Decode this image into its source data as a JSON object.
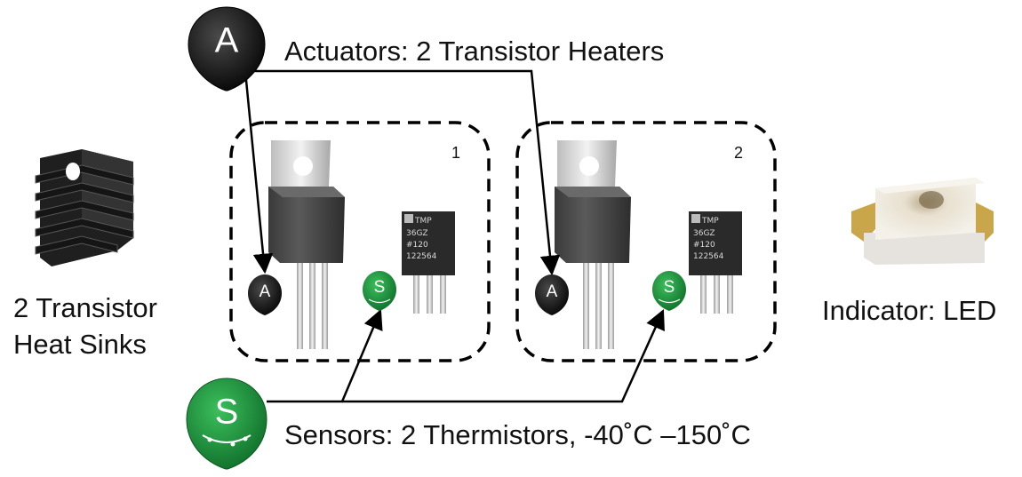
{
  "labels": {
    "actuators": "Actuators: 2 Transistor Heaters",
    "sensors": "Sensors: 2 Thermistors, -40˚C –150˚C",
    "heat_sinks_line1": "2 Transistor",
    "heat_sinks_line2": "Heat Sinks",
    "indicator": "Indicator: LED"
  },
  "markers": {
    "actuator_letter": "A",
    "sensor_letter": "S"
  },
  "groups": [
    {
      "number": "1"
    },
    {
      "number": "2"
    }
  ],
  "chip": {
    "line1": "TMP",
    "line2": "36GZ",
    "line3": "#120",
    "line4": "122564"
  },
  "colors": {
    "actuator_pin": "#1a1a1a",
    "sensor_pin": "#1a8a3a",
    "transistor_body": "#4a4a4a",
    "heatsink": "#2b2b2b",
    "led_pad": "#c9a64a"
  }
}
